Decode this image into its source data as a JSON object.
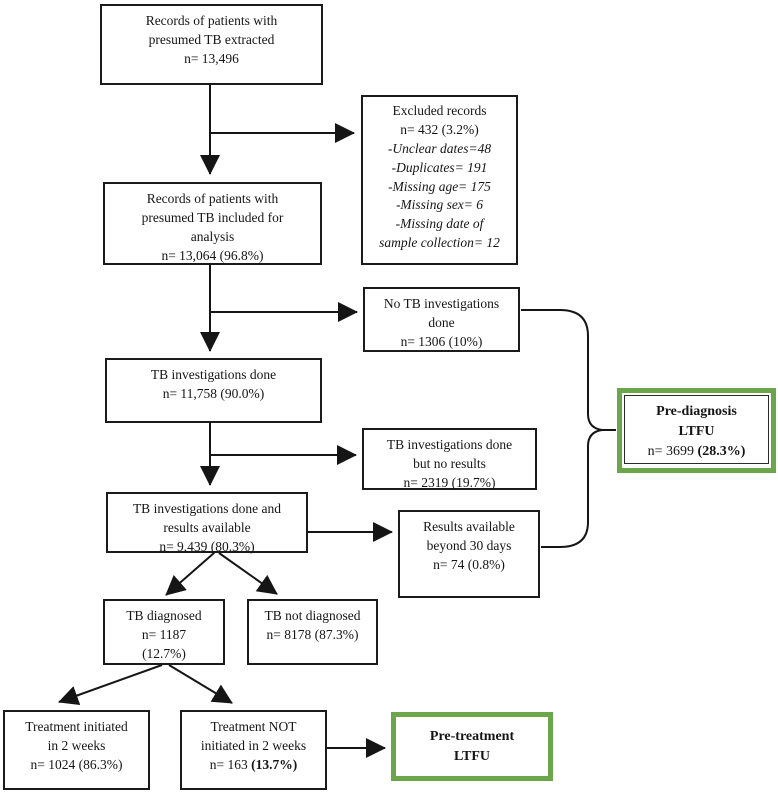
{
  "colors": {
    "box_border": "#1b1b1b",
    "highlight_green": "#6ca64c",
    "line_color": "#151515"
  },
  "boxes": {
    "extracted": {
      "lines": [
        "Records of patients with",
        "presumed TB extracted",
        "n= 13,496"
      ]
    },
    "excluded": {
      "lines": [
        "Excluded records",
        "n= 432 (3.2%)"
      ],
      "italic_lines": [
        "-Unclear dates=48",
        "-Duplicates= 191",
        "-Missing age= 175",
        "-Missing sex= 6",
        "-Missing date of",
        "sample collection= 12"
      ]
    },
    "included": {
      "lines": [
        "Records of patients with",
        "presumed TB included for",
        "analysis",
        "n= 13,064 (96.8%)"
      ]
    },
    "no_investigations": {
      "lines": [
        "No TB investigations",
        "done",
        "n= 1306 (10%)"
      ]
    },
    "investigations_done": {
      "lines": [
        "TB investigations done",
        "n= 11,758 (90.0%)"
      ]
    },
    "no_results": {
      "lines": [
        "TB investigations done",
        "but no results",
        "n= 2319 (19.7%)"
      ]
    },
    "results_available": {
      "lines": [
        "TB investigations done and",
        "results available",
        "n= 9,439 (80.3%)"
      ]
    },
    "beyond_30_days": {
      "lines": [
        "Results available",
        "beyond 30 days",
        "n= 74 (0.8%)"
      ]
    },
    "pre_diagnosis_ltfu": {
      "bold_lines": [
        "Pre-diagnosis",
        "LTFU"
      ],
      "n_prefix": "n= 3699 ",
      "n_bold": "(28.3%)"
    },
    "tb_diagnosed": {
      "lines": [
        "TB diagnosed",
        "n= 1187",
        "(12.7%)"
      ]
    },
    "tb_not_diagnosed": {
      "lines": [
        "TB not diagnosed",
        "n= 8178 (87.3%)"
      ]
    },
    "treatment_initiated": {
      "lines": [
        "Treatment initiated",
        "in 2 weeks",
        "n= 1024 (86.3%)"
      ]
    },
    "treatment_not_initiated": {
      "lines": [
        "Treatment NOT",
        "initiated in 2 weeks"
      ],
      "n_prefix": "n= 163 ",
      "n_bold": "(13.7%)"
    },
    "pre_treatment_ltfu": {
      "bold_lines": [
        "Pre-treatment",
        "LTFU"
      ]
    }
  }
}
